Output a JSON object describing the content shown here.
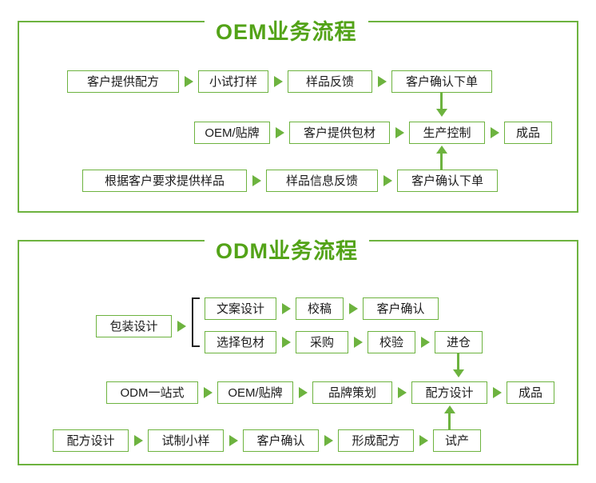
{
  "panels": [
    {
      "id": "oem",
      "title": "OEM业务流程",
      "rows": [
        {
          "nodes": [
            "客户提供配方",
            "小试打样",
            "样品反馈",
            "客户确认下单"
          ]
        },
        {
          "nodes": [
            "OEM/贴牌",
            "客户提供包材",
            "生产控制",
            "成品"
          ]
        },
        {
          "nodes": [
            "根据客户要求提供样品",
            "样品信息反馈",
            "客户确认下单"
          ]
        }
      ]
    },
    {
      "id": "odm",
      "title": "ODM业务流程",
      "rows": [
        {
          "group_label": "包装设计",
          "nodes_top": [
            "文案设计",
            "校稿",
            "客户确认"
          ],
          "nodes_bottom": [
            "选择包材",
            "采购",
            "校验",
            "进仓"
          ]
        },
        {
          "nodes": [
            "ODM一站式",
            "OEM/贴牌",
            "品牌策划",
            "配方设计",
            "成品"
          ]
        },
        {
          "nodes": [
            "配方设计",
            "试制小样",
            "客户确认",
            "形成配方",
            "试产"
          ]
        }
      ]
    }
  ],
  "colors": {
    "accent": "#6db33f",
    "title": "#53a318",
    "text": "#1b1b1b",
    "background": "#ffffff"
  },
  "icons": {
    "arrow_right": "right-arrow-icon",
    "arrow_down": "down-arrow-icon",
    "arrow_up": "up-arrow-icon"
  }
}
